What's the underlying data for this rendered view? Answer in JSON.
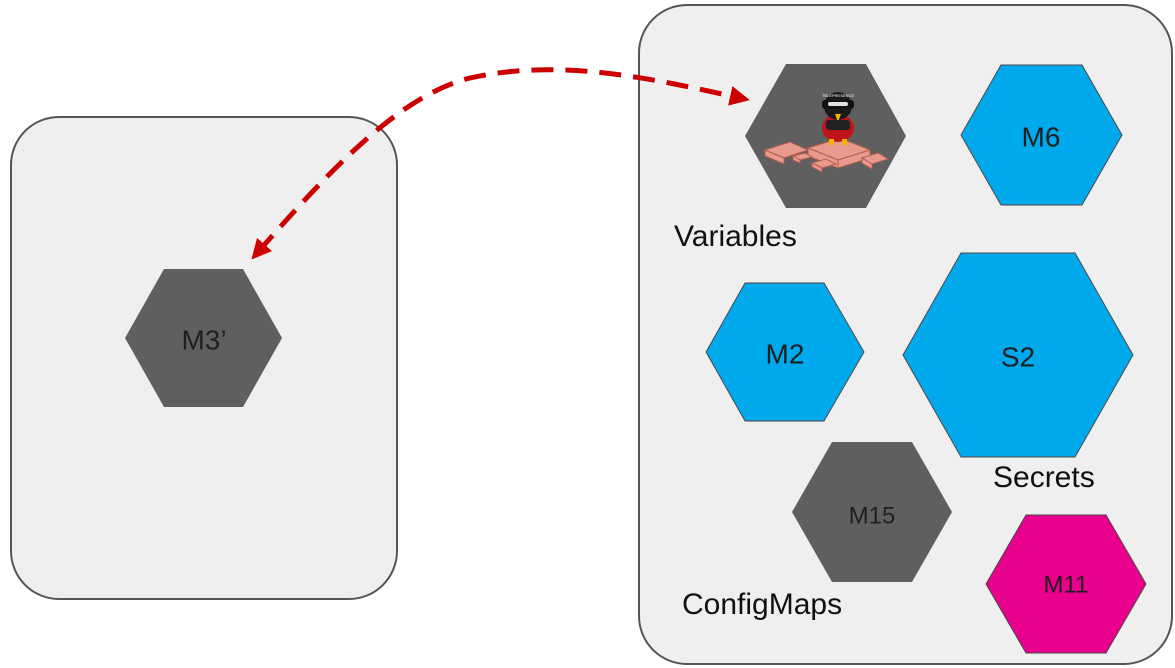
{
  "colors": {
    "box_fill": "#efefef",
    "box_stroke": "#555555",
    "hex_dark": "#5f5f5f",
    "hex_blue": "#00a8ec",
    "hex_magenta": "#e9008c",
    "arrow": "#cc0000"
  },
  "local_box": {
    "hex_m3": {
      "label": "M3’"
    }
  },
  "cluster_box": {
    "hex_telepresence": {
      "icon": "telepresence-mascot-icon",
      "badge": "TELEPRESENCE"
    },
    "hex_m6": {
      "label": "M6"
    },
    "hex_m2": {
      "label": "M2"
    },
    "hex_s2": {
      "label": "S2"
    },
    "hex_m15": {
      "label": "M15"
    },
    "hex_m11": {
      "label": "M11"
    },
    "variables_label": "Variables",
    "secrets_label": "Secrets",
    "configmaps_label": "ConfigMaps"
  },
  "connection": {
    "style": "dashed",
    "direction": "bidirectional"
  }
}
